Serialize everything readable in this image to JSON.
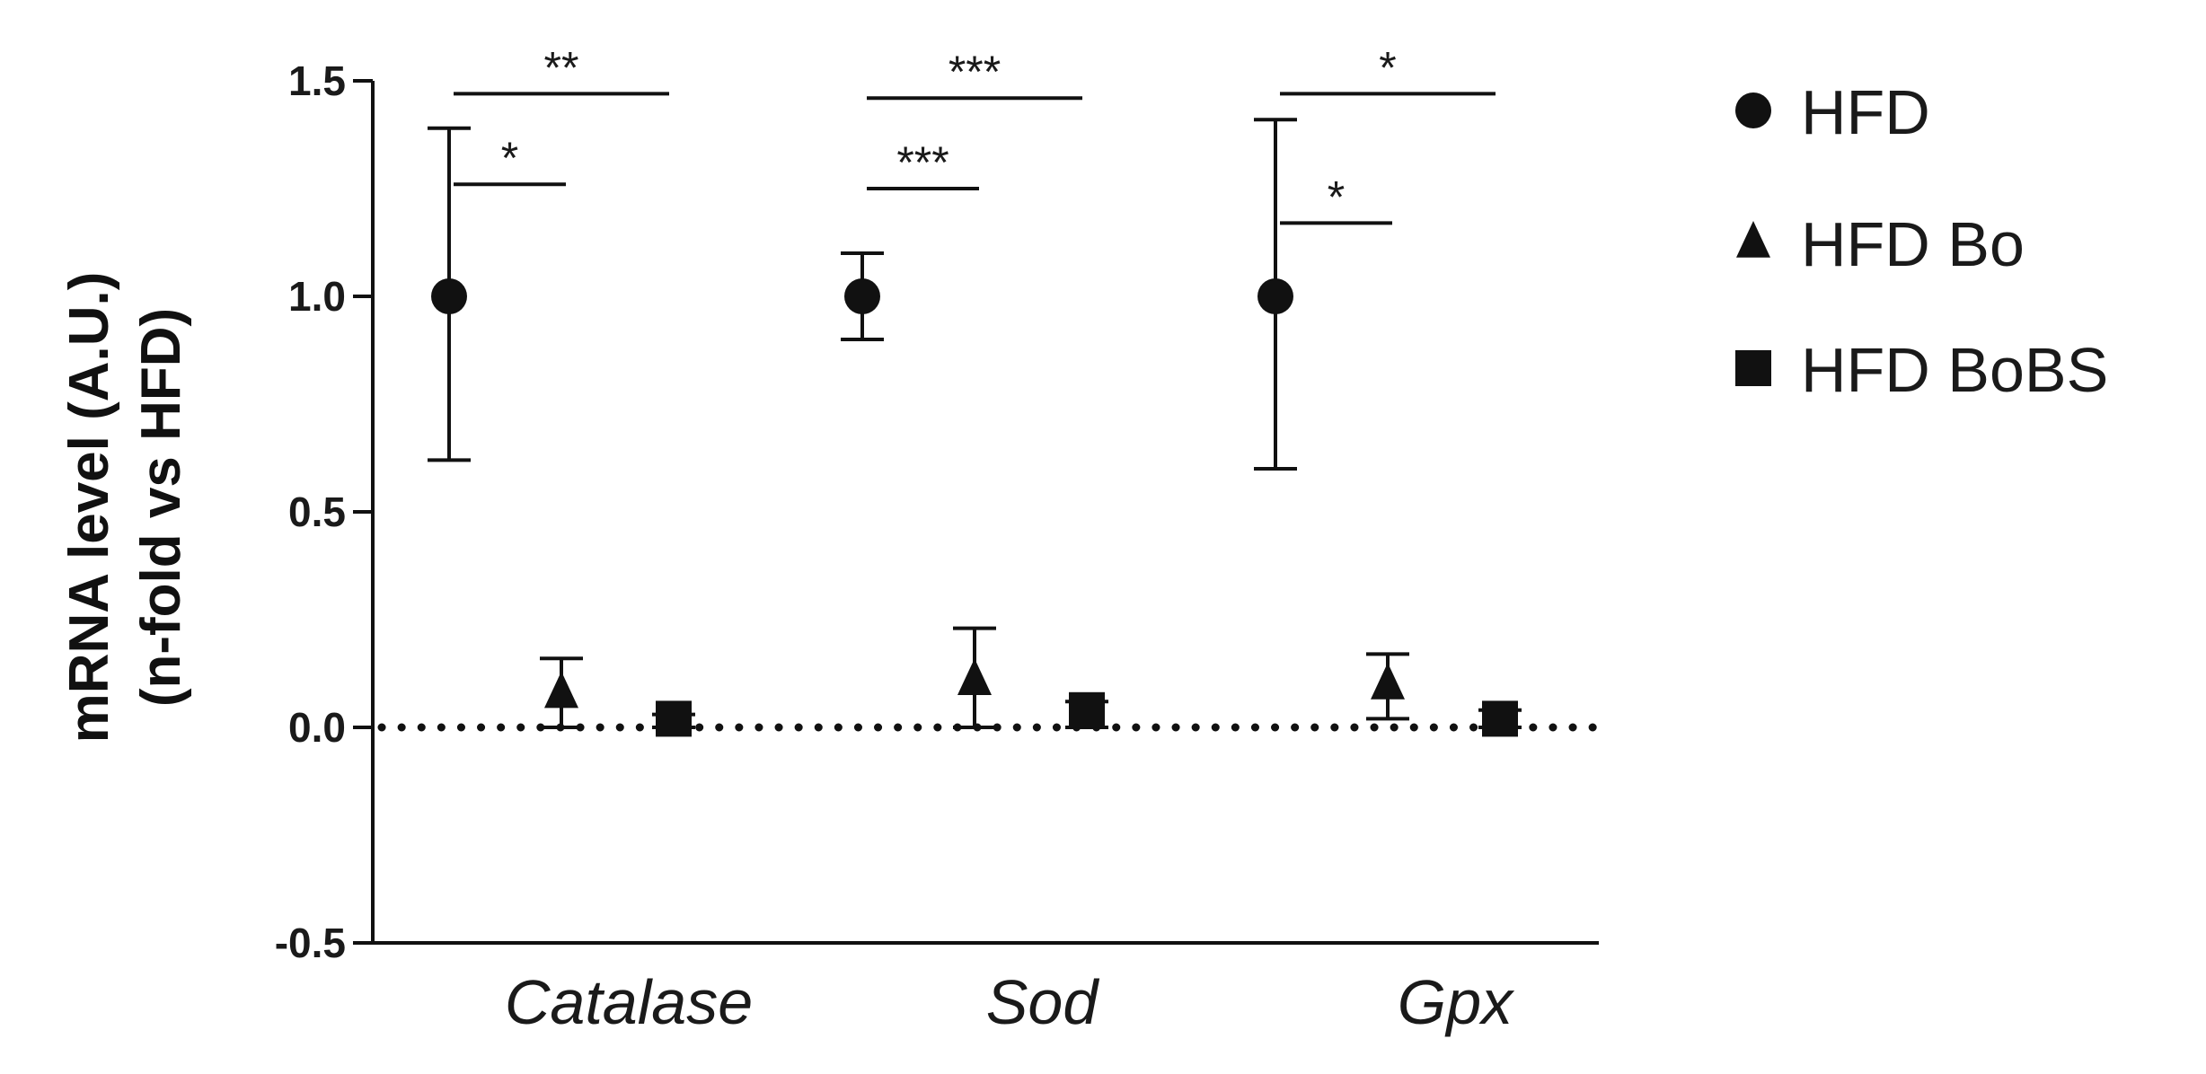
{
  "chart_data": {
    "type": "scatter",
    "ylabel_line1": "mRNA level (A.U.)",
    "ylabel_line2": "(n-fold vs HFD)",
    "xlabel": "",
    "categories": [
      "Catalase",
      "Sod",
      "Gpx"
    ],
    "ylim": [
      -0.5,
      1.5
    ],
    "yticks": [
      1.5,
      1.0,
      0.5,
      0.0,
      -0.5
    ],
    "ytick_labels": [
      "1.5",
      "1.0",
      "0.5",
      "0.0",
      "-0.5"
    ],
    "reference_line": {
      "y": 0.0,
      "style": "dotted"
    },
    "legend_position": "right",
    "series": [
      {
        "name": "HFD",
        "marker": "circle",
        "values": [
          1.0,
          1.0,
          1.0
        ],
        "err_low": [
          0.62,
          0.9,
          0.6
        ],
        "err_high": [
          1.39,
          1.1,
          1.41
        ]
      },
      {
        "name": "HFD  Bo",
        "marker": "triangle",
        "values": [
          0.08,
          0.11,
          0.1
        ],
        "err_low": [
          0.0,
          0.0,
          0.02
        ],
        "err_high": [
          0.16,
          0.23,
          0.17
        ]
      },
      {
        "name": "HFD BoBS",
        "marker": "square",
        "values": [
          0.02,
          0.04,
          0.02
        ],
        "err_low": [
          0.0,
          0.0,
          0.0
        ],
        "err_high": [
          0.03,
          0.06,
          0.04
        ]
      }
    ],
    "significance": [
      {
        "category": "Catalase",
        "compare": "HFD vs HFD BoBS",
        "label": "**",
        "y": 1.47
      },
      {
        "category": "Catalase",
        "compare": "HFD vs HFD  Bo",
        "label": "*",
        "y": 1.26
      },
      {
        "category": "Sod",
        "compare": "HFD vs HFD BoBS",
        "label": "***",
        "y": 1.46
      },
      {
        "category": "Sod",
        "compare": "HFD vs HFD  Bo",
        "label": "***",
        "y": 1.25
      },
      {
        "category": "Gpx",
        "compare": "HFD vs HFD BoBS",
        "label": "*",
        "y": 1.47
      },
      {
        "category": "Gpx",
        "compare": "HFD vs HFD  Bo",
        "label": "*",
        "y": 1.17
      }
    ],
    "colors": {
      "marker": "#111111",
      "axis": "#111111"
    }
  }
}
